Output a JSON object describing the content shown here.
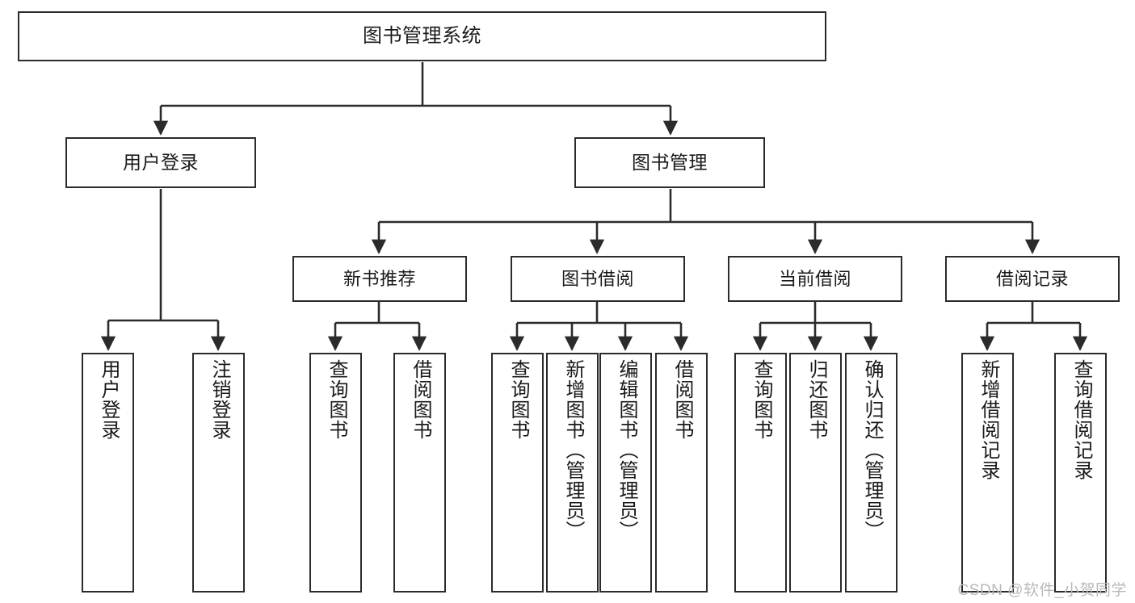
{
  "diagram": {
    "title": "图书管理系统",
    "type": "tree-hierarchy-chart",
    "colors": {
      "box_border": "#2b2b2b",
      "box_fill": "#ffffff",
      "edge": "#2b2b2b",
      "text": "#1a1a1a",
      "watermark": "#b9b9b9",
      "background": "#ffffff"
    }
  },
  "watermark": {
    "text": "CSDN @软件_小贺同学"
  },
  "nodes": {
    "root": {
      "label": "图书管理系统"
    },
    "level1": [
      {
        "id": "user-login",
        "label": "用户登录"
      },
      {
        "id": "book-management",
        "label": "图书管理"
      }
    ],
    "level2": [
      {
        "id": "new-book-recommend",
        "label": "新书推荐"
      },
      {
        "id": "book-borrow",
        "label": "图书借阅"
      },
      {
        "id": "current-borrow",
        "label": "当前借阅"
      },
      {
        "id": "borrow-record",
        "label": "借阅记录"
      }
    ],
    "leaves": {
      "user_login": [
        {
          "id": "login",
          "label": "用户登录"
        },
        {
          "id": "logout",
          "label": "注销登录"
        }
      ],
      "new_book_recommend": [
        {
          "id": "query-book-1",
          "label": "查询图书"
        },
        {
          "id": "borrow-book-1",
          "label": "借阅图书"
        }
      ],
      "book_borrow": [
        {
          "id": "query-book-2",
          "label": "查询图书"
        },
        {
          "id": "add-book",
          "label": "新增图书（管理员）"
        },
        {
          "id": "edit-book",
          "label": "编辑图书（管理员）"
        },
        {
          "id": "borrow-book-2",
          "label": "借阅图书"
        }
      ],
      "current_borrow": [
        {
          "id": "query-book-3",
          "label": "查询图书"
        },
        {
          "id": "return-book",
          "label": "归还图书"
        },
        {
          "id": "confirm-return",
          "label": "确认归还（管理员）"
        }
      ],
      "borrow_record": [
        {
          "id": "add-borrow-record",
          "label": "新增借阅记录"
        },
        {
          "id": "query-borrow-record",
          "label": "查询借阅记录"
        }
      ]
    }
  }
}
